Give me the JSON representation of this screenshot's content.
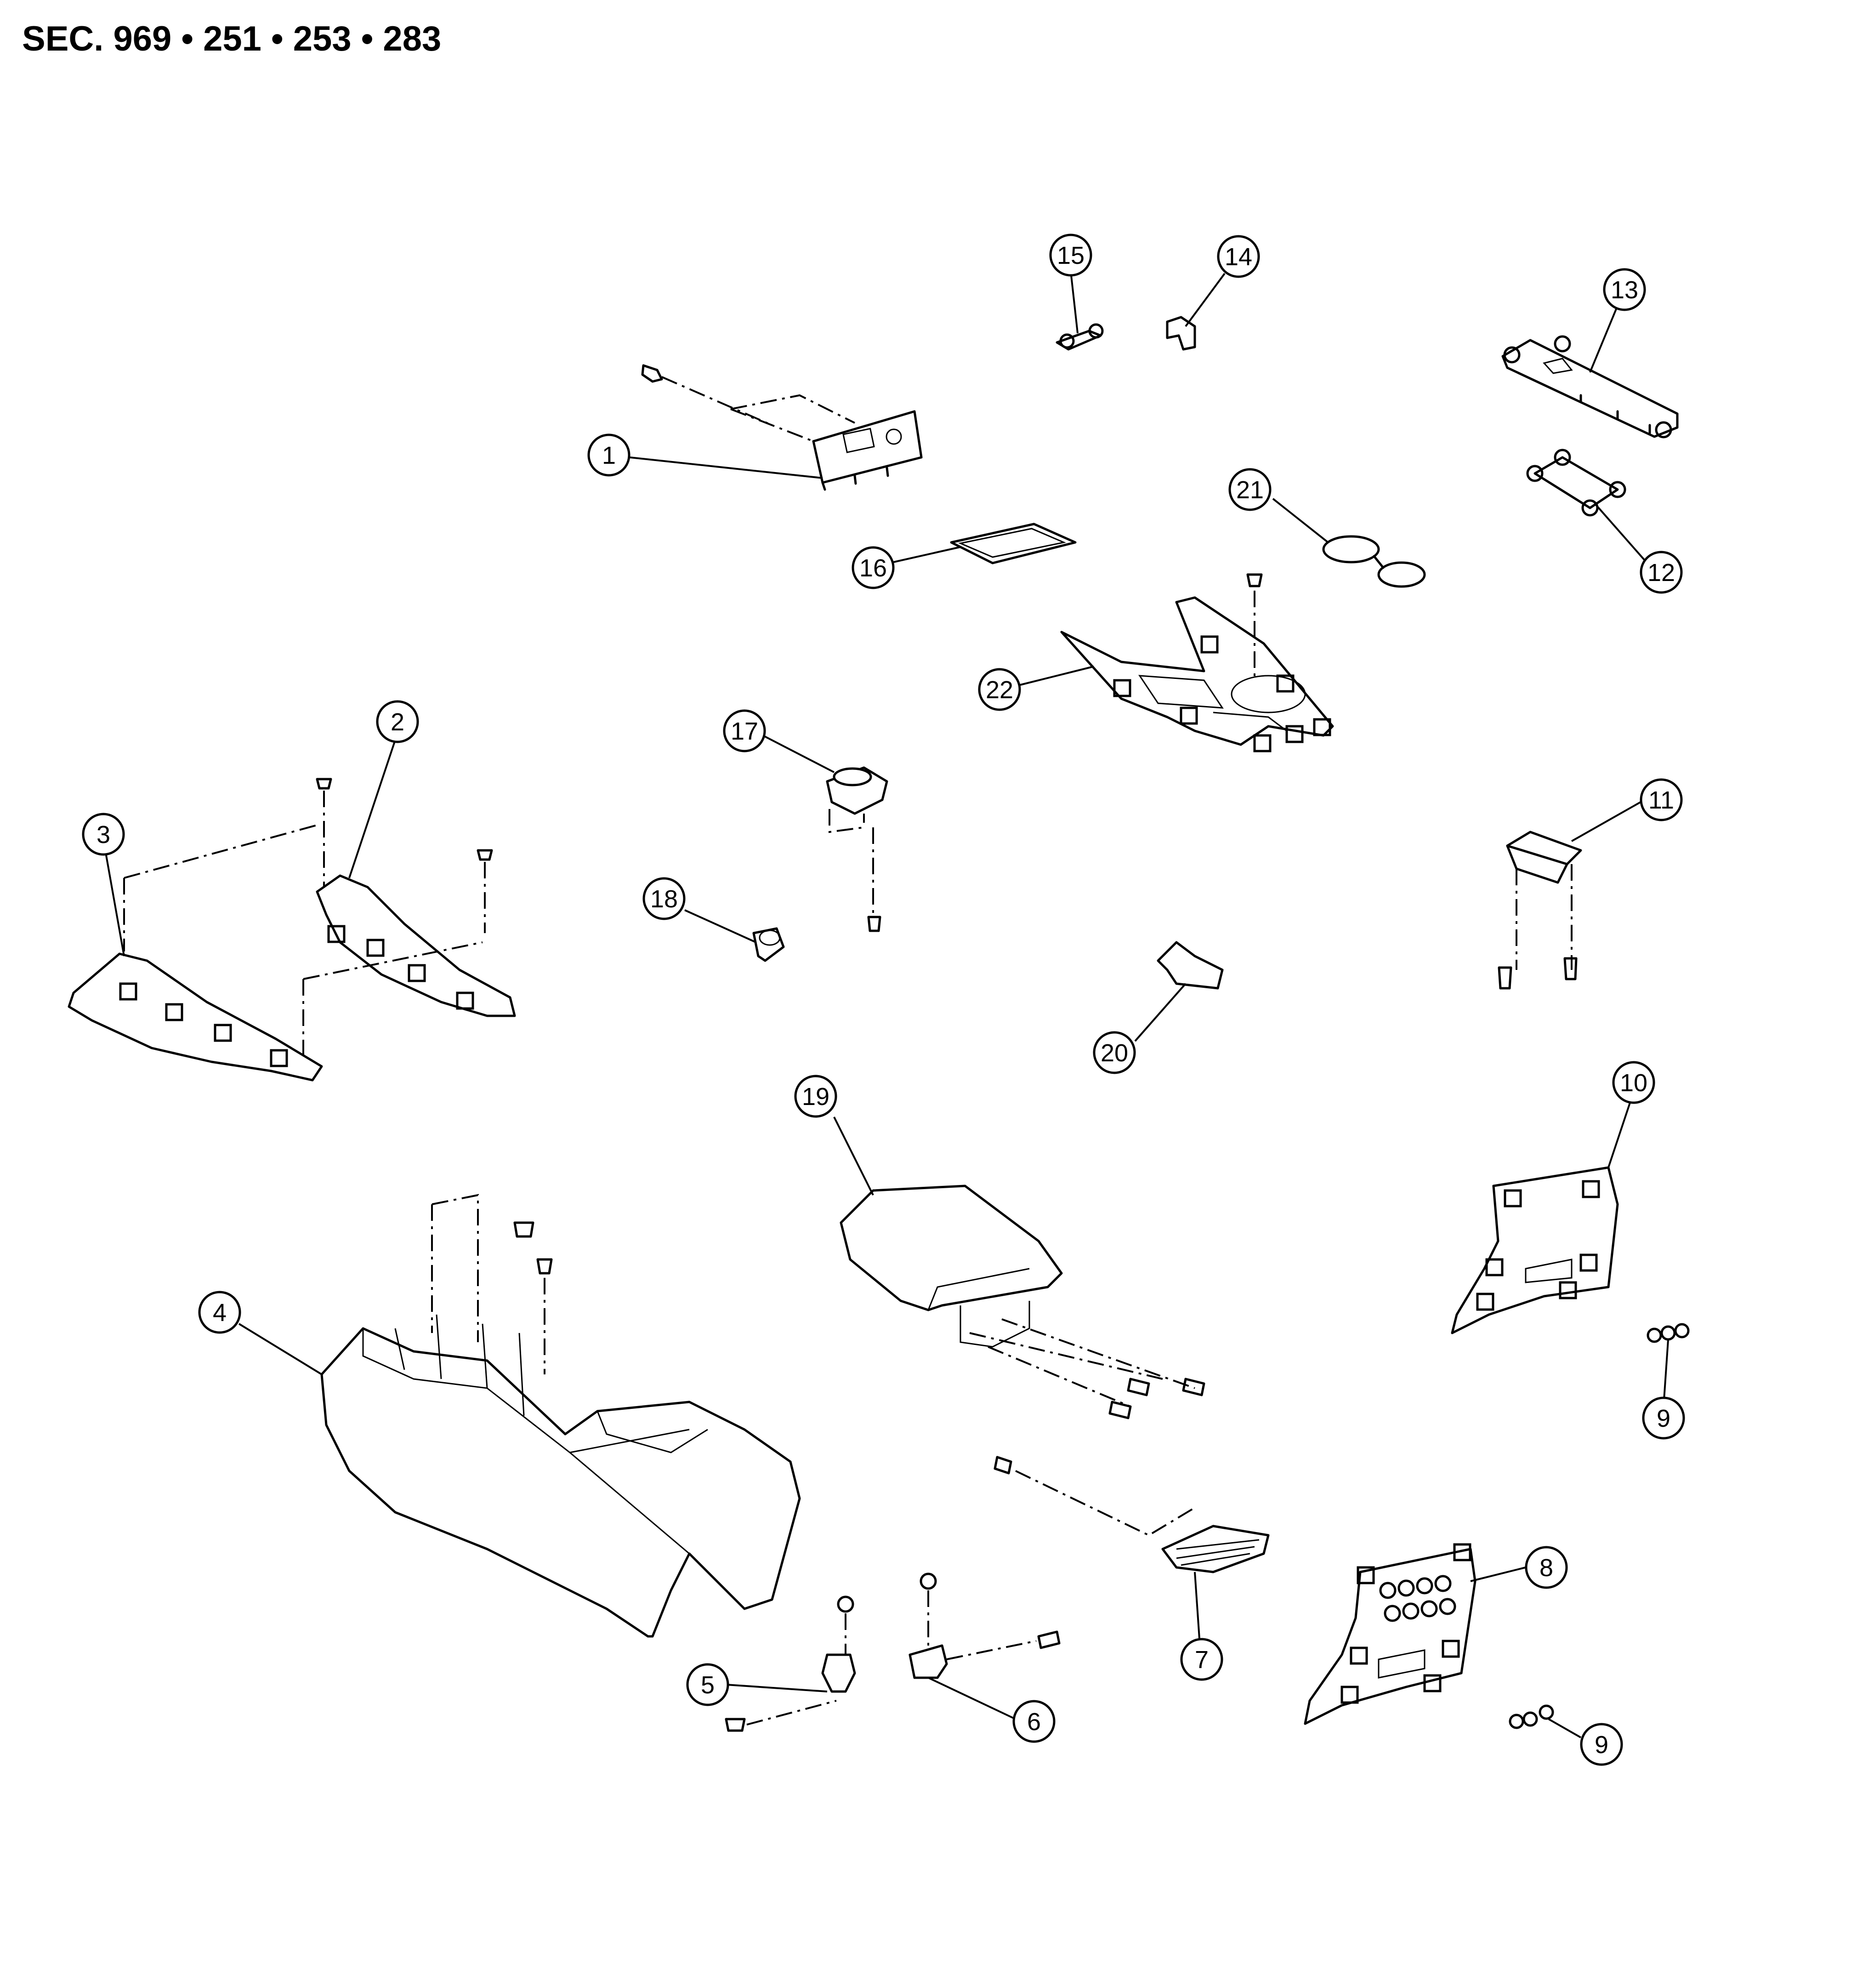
{
  "diagram": {
    "title": "SEC. 969 • 251 • 253 • 283",
    "callouts": [
      {
        "id": "c1",
        "label": "1"
      },
      {
        "id": "c2",
        "label": "2"
      },
      {
        "id": "c3",
        "label": "3"
      },
      {
        "id": "c4",
        "label": "4"
      },
      {
        "id": "c5",
        "label": "5"
      },
      {
        "id": "c6",
        "label": "6"
      },
      {
        "id": "c7",
        "label": "7"
      },
      {
        "id": "c8",
        "label": "8"
      },
      {
        "id": "c9a",
        "label": "9"
      },
      {
        "id": "c9b",
        "label": "9"
      },
      {
        "id": "c10",
        "label": "10"
      },
      {
        "id": "c11",
        "label": "11"
      },
      {
        "id": "c12",
        "label": "12"
      },
      {
        "id": "c13",
        "label": "13"
      },
      {
        "id": "c14",
        "label": "14"
      },
      {
        "id": "c15",
        "label": "15"
      },
      {
        "id": "c16",
        "label": "16"
      },
      {
        "id": "c17",
        "label": "17"
      },
      {
        "id": "c18",
        "label": "18"
      },
      {
        "id": "c19",
        "label": "19"
      },
      {
        "id": "c20",
        "label": "20"
      },
      {
        "id": "c21",
        "label": "21"
      },
      {
        "id": "c22",
        "label": "22"
      }
    ]
  }
}
